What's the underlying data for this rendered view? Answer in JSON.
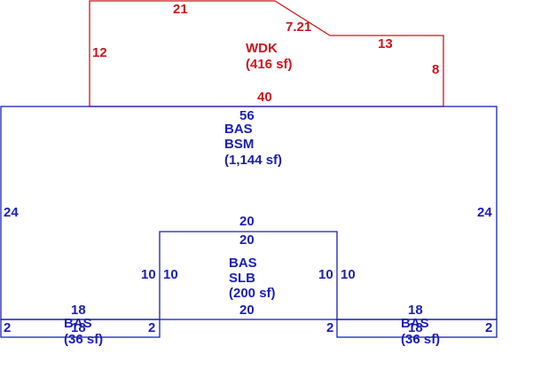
{
  "colors": {
    "wdk": "#d0131a",
    "structure": "#1a1fb4",
    "background": "#ffffff"
  },
  "wdk": {
    "name": "WDK",
    "area": "(416 sf)",
    "dims": {
      "top": "21",
      "diagonal": "7.21",
      "step": "13",
      "left": "12",
      "right": "8",
      "bottom": "40"
    }
  },
  "bas_main": {
    "name": "BAS",
    "sub": "BSM",
    "area": "(1,144 sf)",
    "dims": {
      "top": "56",
      "left": "24",
      "right": "24"
    }
  },
  "slb": {
    "name": "BAS",
    "sub": "SLB",
    "area": "(200 sf)",
    "dims": {
      "outer_top": "20",
      "inner_top": "20",
      "left_outer": "10",
      "left_inner": "10",
      "right_inner": "10",
      "right_outer": "10",
      "bottom": "20"
    }
  },
  "left_wing": {
    "name": "BAS",
    "area": "(36 sf)",
    "dims": {
      "top": "18",
      "bottom": "18",
      "left": "2",
      "right": "2"
    }
  },
  "right_wing": {
    "name": "BAS",
    "area": "(36 sf)",
    "dims": {
      "top": "18",
      "bottom": "18",
      "left": "2",
      "right": "2"
    }
  }
}
